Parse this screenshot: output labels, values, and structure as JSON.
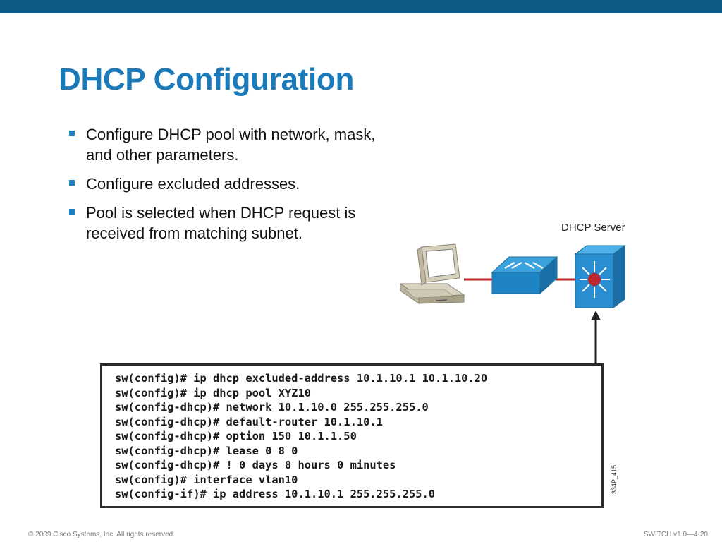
{
  "title": "DHCP Configuration",
  "bullets": [
    "Configure DHCP pool with network, mask, and other parameters.",
    "Configure excluded addresses.",
    "Pool is selected when DHCP request is received from matching subnet."
  ],
  "diagram": {
    "server_label": "DHCP Server",
    "icons": [
      "pc-icon",
      "switch-icon",
      "multilayer-switch-icon"
    ],
    "link_color": "#c0272d",
    "device_color": "#2a8fd0"
  },
  "code_lines": [
    "sw(config)# ip dhcp excluded-address 10.1.10.1 10.1.10.20",
    "sw(config)# ip dhcp pool XYZ10",
    "sw(config-dhcp)# network 10.1.10.0 255.255.255.0",
    "sw(config-dhcp)# default-router 10.1.10.1",
    "sw(config-dhcp)# option 150 10.1.1.50",
    "sw(config-dhcp)# lease 0 8 0",
    "sw(config-dhcp)# ! 0 days 8 hours 0 minutes",
    "sw(config)# interface vlan10",
    "sw(config-if)# ip address 10.1.10.1 255.255.255.0"
  ],
  "figure_id": "334P_415",
  "footer": {
    "copyright": "© 2009 Cisco Systems, Inc. All rights reserved.",
    "course": "SWITCH v1.0—4-20"
  }
}
